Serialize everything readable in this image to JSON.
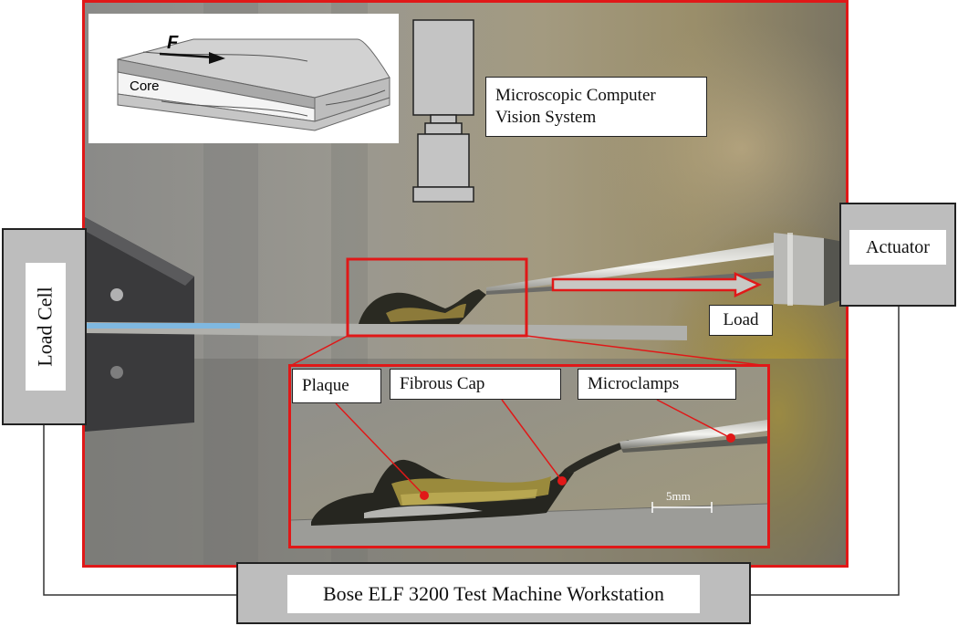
{
  "labels": {
    "microscope": "Microscopic Computer Vision System",
    "actuator": "Actuator",
    "load_cell": "Load Cell",
    "load": "Load",
    "plaque": "Plaque",
    "fibrous_cap": "Fibrous Cap",
    "microclamps": "Microclamps",
    "scale_bar": "5mm",
    "workstation": "Bose ELF 3200 Test Machine Workstation"
  },
  "inset": {
    "force_label": "F",
    "core_label": "Core"
  },
  "colors": {
    "frame": "#e01818",
    "marker": "#e01818",
    "box_fill": "#bdbdbd"
  }
}
